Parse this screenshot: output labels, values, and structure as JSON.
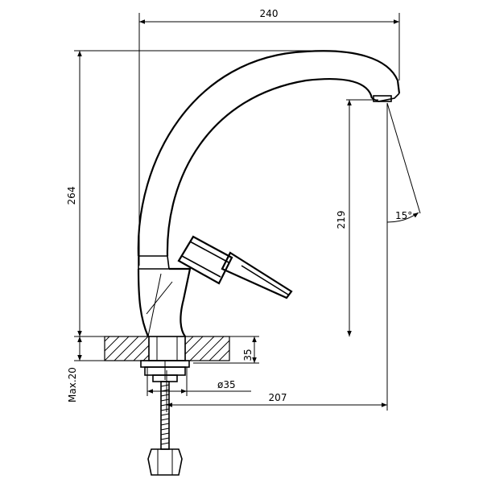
{
  "drawing": {
    "subject": "",
    "dimensions": {
      "overall_width": "240",
      "overall_height": "264",
      "spout_height": "219",
      "swivel_angle": "15°",
      "base_height": "35",
      "hole_diameter": "ø35",
      "spout_reach": "207",
      "max_counter_thickness": "Max.20"
    }
  }
}
